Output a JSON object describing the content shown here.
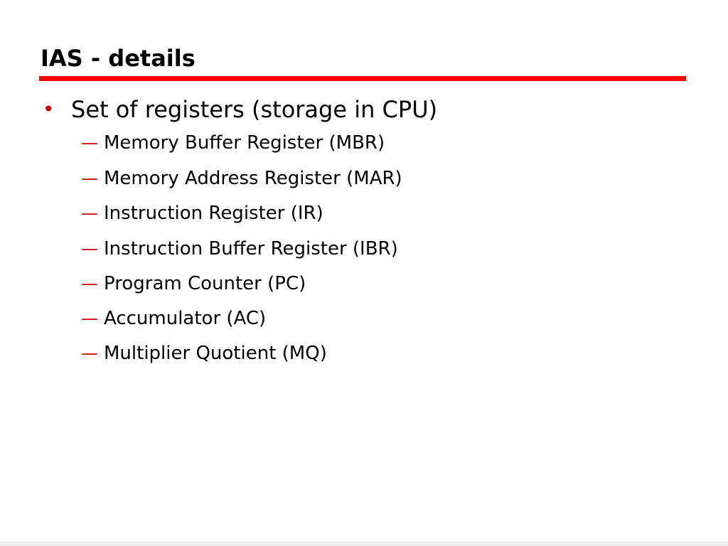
{
  "slide": {
    "title": "IAS - details",
    "bullet": {
      "marker": "•",
      "text": "Set of registers (storage in CPU)"
    },
    "sub_marker": "—",
    "sub_items": [
      "Memory Buffer Register (MBR)",
      "Memory Address Register (MAR)",
      "Instruction Register (IR)",
      "Instruction Buffer Register (IBR)",
      "Program Counter (PC)",
      "Accumulator (AC)",
      "Multiplier Quotient (MQ)"
    ],
    "colors": {
      "accent": "#ff0000",
      "text": "#000000",
      "background": "#ffffff"
    }
  }
}
